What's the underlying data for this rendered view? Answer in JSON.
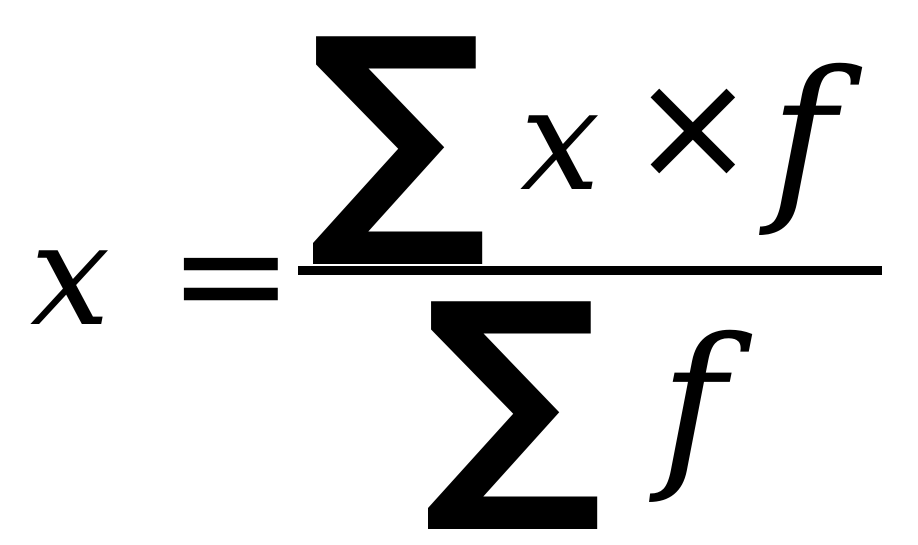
{
  "equation": {
    "lhs": "x",
    "equals": "=",
    "numerator": {
      "sigma": "∑",
      "x": "x",
      "times": "×",
      "f": "f"
    },
    "denominator": {
      "sigma": "∑",
      "f": "f"
    }
  }
}
